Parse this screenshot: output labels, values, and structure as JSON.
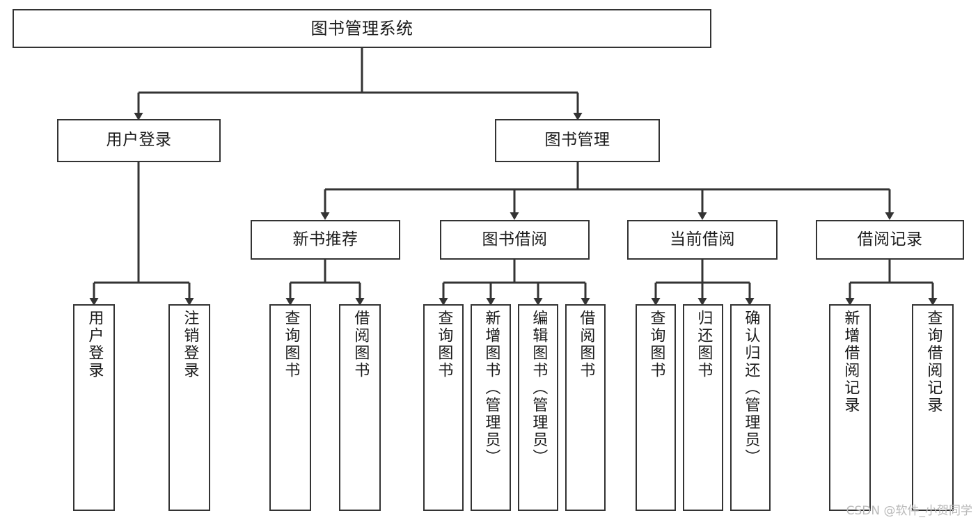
{
  "diagram": {
    "type": "tree",
    "title": "图书管理系统",
    "orientation": "top-down",
    "colors": {
      "box_border": "#333333",
      "box_fill": "#ffffff",
      "edge": "#333333",
      "text": "#1a1a1a",
      "watermark": "#b9b9b9",
      "background": "#ffffff"
    },
    "root": {
      "label": "图书管理系统"
    },
    "level2": [
      {
        "label": "用户登录"
      },
      {
        "label": "图书管理"
      }
    ],
    "level3": [
      {
        "label": "新书推荐"
      },
      {
        "label": "图书借阅"
      },
      {
        "label": "当前借阅"
      },
      {
        "label": "借阅记录"
      }
    ],
    "leaves": {
      "user_login": [
        {
          "label": "用户登录"
        },
        {
          "label": "注销登录"
        }
      ],
      "new_book_recommend": [
        {
          "label": "查询图书"
        },
        {
          "label": "借阅图书"
        }
      ],
      "book_borrow": [
        {
          "label": "查询图书"
        },
        {
          "label": "新增图书（管理员）"
        },
        {
          "label": "编辑图书（管理员）"
        },
        {
          "label": "借阅图书"
        }
      ],
      "current_borrow": [
        {
          "label": "查询图书"
        },
        {
          "label": "归还图书"
        },
        {
          "label": "确认归还（管理员）"
        }
      ],
      "borrow_record": [
        {
          "label": "新增借阅记录"
        },
        {
          "label": "查询借阅记录"
        }
      ]
    }
  },
  "watermark": {
    "text": "CSDN @软件_小贺同学"
  }
}
